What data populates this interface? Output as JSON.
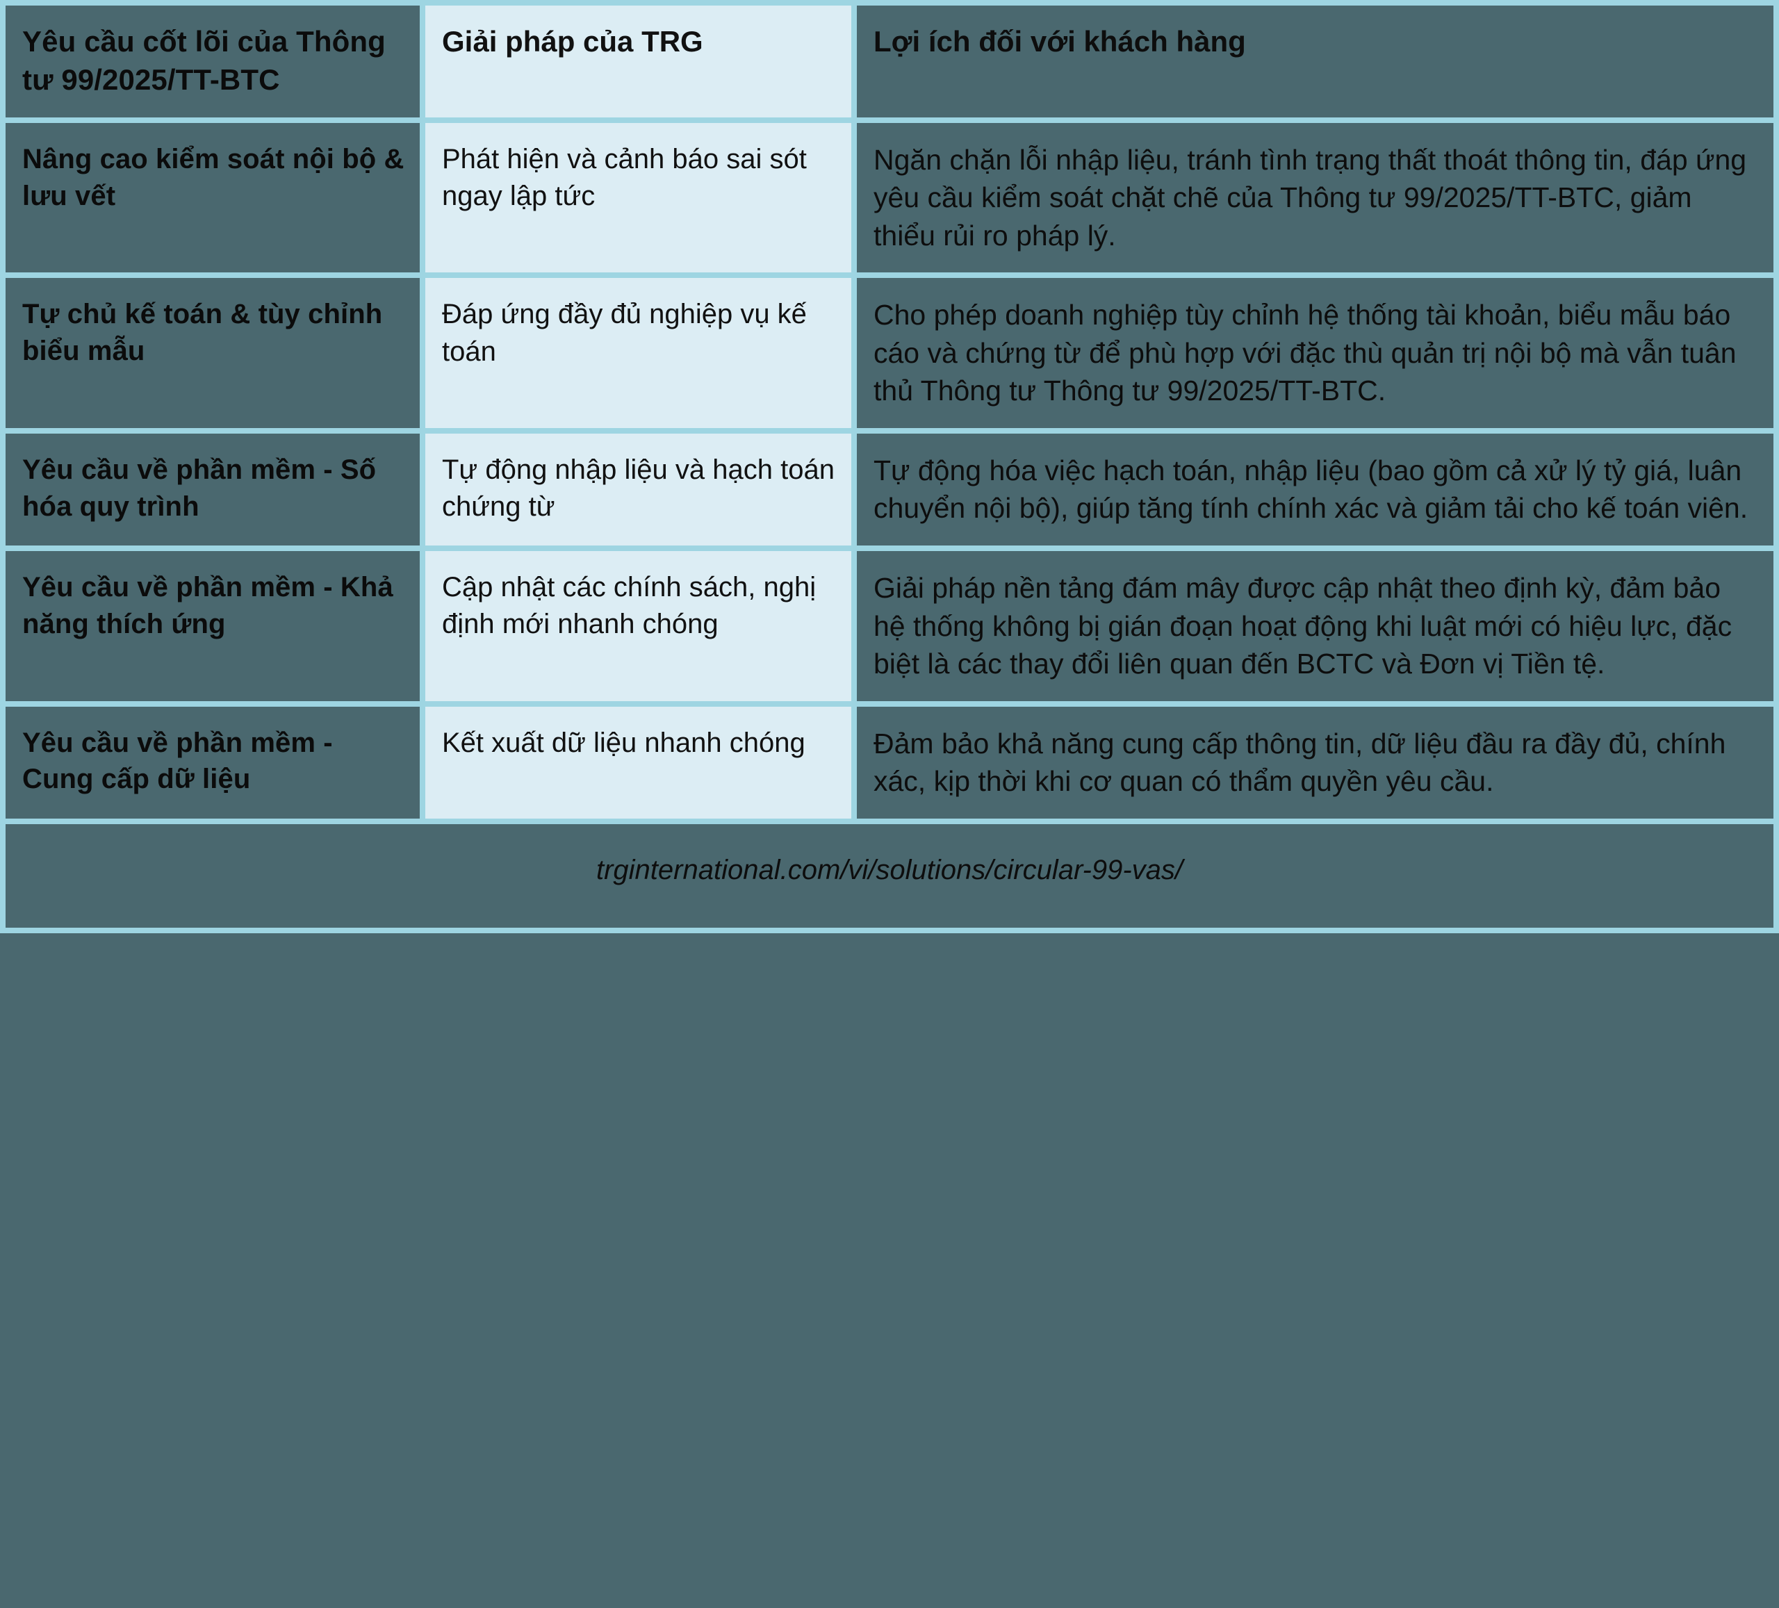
{
  "theme": {
    "dark_cell_bg": "#4a686f",
    "light_cell_bg": "#dcedf4",
    "border_color": "#9ed5e2",
    "text_color": "#0d0d0d"
  },
  "table": {
    "headers": [
      "Yêu cầu cốt lõi của Thông tư 99/2025/TT-BTC",
      "Giải pháp của TRG",
      "Lợi ích đối với khách hàng"
    ],
    "rows": [
      {
        "requirement": "Nâng cao kiểm soát nội bộ & lưu vết",
        "solution": "Phát hiện và cảnh báo sai sót ngay lập tức",
        "benefit": "Ngăn chặn lỗi nhập liệu, tránh tình trạng thất thoát thông tin, đáp ứng yêu cầu kiểm soát chặt chẽ của Thông tư 99/2025/TT-BTC, giảm thiểu rủi ro pháp lý."
      },
      {
        "requirement": "Tự chủ kế toán & tùy chỉnh biểu mẫu",
        "solution": "Đáp ứng đầy đủ nghiệp vụ kế toán",
        "benefit": "Cho phép doanh nghiệp tùy chỉnh hệ thống tài khoản, biểu mẫu báo cáo và chứng từ để phù hợp với đặc thù quản trị nội bộ mà vẫn tuân thủ Thông tư Thông tư 99/2025/TT-BTC."
      },
      {
        "requirement": "Yêu cầu về phần mềm - Số hóa quy trình",
        "solution": "Tự động nhập liệu và hạch toán chứng từ",
        "benefit": "Tự động hóa việc hạch toán, nhập liệu (bao gồm cả xử lý tỷ giá, luân chuyển nội bộ), giúp tăng tính chính xác và giảm tải cho kế toán viên."
      },
      {
        "requirement": "Yêu cầu về phần mềm - Khả năng thích ứng",
        "solution": "Cập nhật các chính sách, nghị định mới nhanh chóng",
        "benefit": "Giải pháp nền tảng đám mây được cập nhật theo định kỳ, đảm bảo hệ thống không bị gián đoạn hoạt động khi luật mới có hiệu lực, đặc biệt là các thay đổi liên quan đến BCTC và Đơn vị Tiền tệ."
      },
      {
        "requirement": "Yêu cầu về phần mềm - Cung cấp dữ liệu",
        "solution": "Kết xuất dữ liệu nhanh chóng",
        "benefit": "Đảm bảo khả năng cung cấp thông tin, dữ liệu đầu ra đầy đủ, chính xác, kịp thời khi cơ quan có thẩm quyền yêu cầu."
      }
    ],
    "footer": "trginternational.com/vi/solutions/circular-99-vas/"
  }
}
